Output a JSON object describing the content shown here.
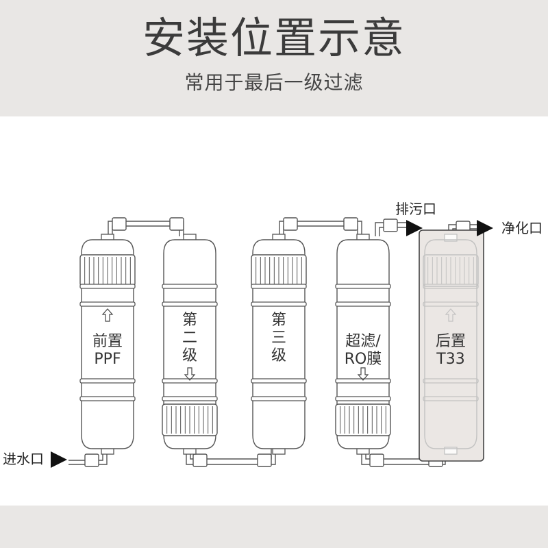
{
  "header": {
    "title": "安装位置示意",
    "subtitle": "常用于最后一级过滤"
  },
  "labels": {
    "inlet": "进水口",
    "drain": "排污口",
    "outlet": "净化口"
  },
  "filters": [
    {
      "line1": "前置",
      "line2": "PPF",
      "flow": "up"
    },
    {
      "line1": "第",
      "line2": "二",
      "line3": "级",
      "flow": "down"
    },
    {
      "line1": "第",
      "line2": "三",
      "line3": "级",
      "flow": "none"
    },
    {
      "line1": "超滤/",
      "line2": "RO膜",
      "flow": "down"
    },
    {
      "line1": "后置",
      "line2": "T33",
      "flow": "up",
      "highlighted": true
    }
  ],
  "colors": {
    "band": "#e9e7e5",
    "outline": "#555555",
    "highlight_fill": "#ebe7e4"
  }
}
